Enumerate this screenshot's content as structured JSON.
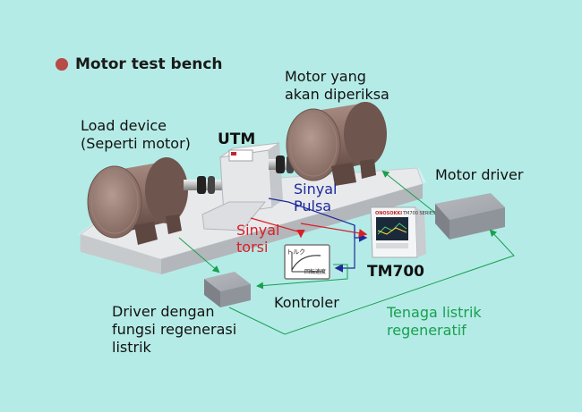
{
  "title": "Motor test bench",
  "labels": {
    "utm": "UTM",
    "tm700": "TM700",
    "load_device_1": "Load device",
    "load_device_2": "(Seperti motor)",
    "motor_examined_1": "Motor yang",
    "motor_examined_2": "akan diperiksa",
    "motor_driver": "Motor driver",
    "signal_pulse_1": "Sinyal",
    "signal_pulse_2": "Pulsa",
    "signal_torque_1": "Sinyal",
    "signal_torque_2": "torsi",
    "controller": "Kontroler",
    "regen_driver_1": "Driver dengan",
    "regen_driver_2": "fungsi regenerasi",
    "regen_driver_3": "listrik",
    "regen_power_1": "Tenaga listrik",
    "regen_power_2": "regeneratif",
    "controller_screen_text": "トルク",
    "controller_axis_text": "回転速度",
    "tm700_brand": "ONOSOKKI",
    "tm700_model": "TM700 SERIES"
  },
  "colors": {
    "background": "#b5ebe6",
    "title_dot": "#b84a48",
    "signal_pulse": "#1f2a9a",
    "signal_torque": "#d81f26",
    "regen_power": "#17a050",
    "motor_body": "#8a6d64",
    "bench": "#e6e8ea",
    "box": "#8f949b"
  }
}
